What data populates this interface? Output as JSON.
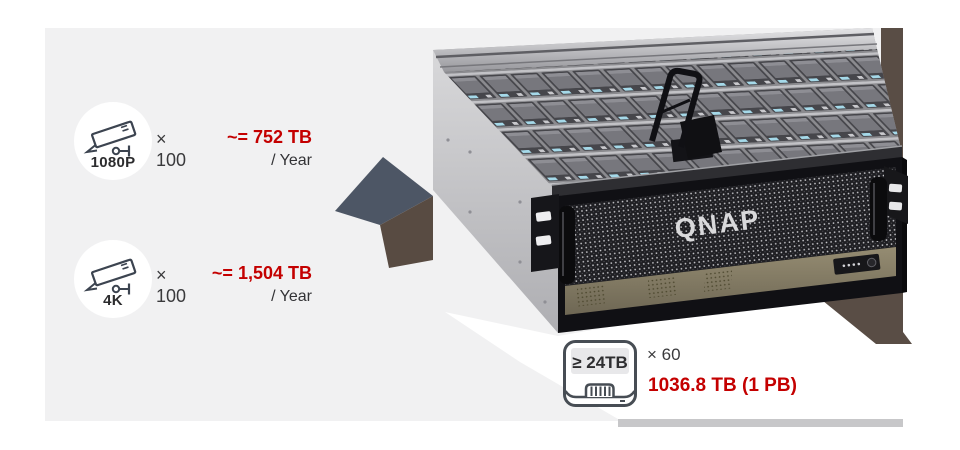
{
  "cameras": [
    {
      "label": "1080P",
      "count": "× 100",
      "capacity": "~= 752 TB",
      "unit": "/ Year"
    },
    {
      "label": "4K",
      "count": "× 100",
      "capacity": "~= 1,504 TB",
      "unit": "/ Year"
    }
  ],
  "storage": {
    "drive_label": "≥ 24TB",
    "count": "× 60",
    "total": "1036.8 TB (1 PB)"
  },
  "server": {
    "brand": "QNAP",
    "bays_shown": 60
  },
  "icons": {
    "camera": "cctv-camera-icon",
    "drive": "hard-drive-icon"
  },
  "colors": {
    "accent_red": "#c40000",
    "panel_gray": "#f1f1f2",
    "dark_text": "#333336"
  }
}
